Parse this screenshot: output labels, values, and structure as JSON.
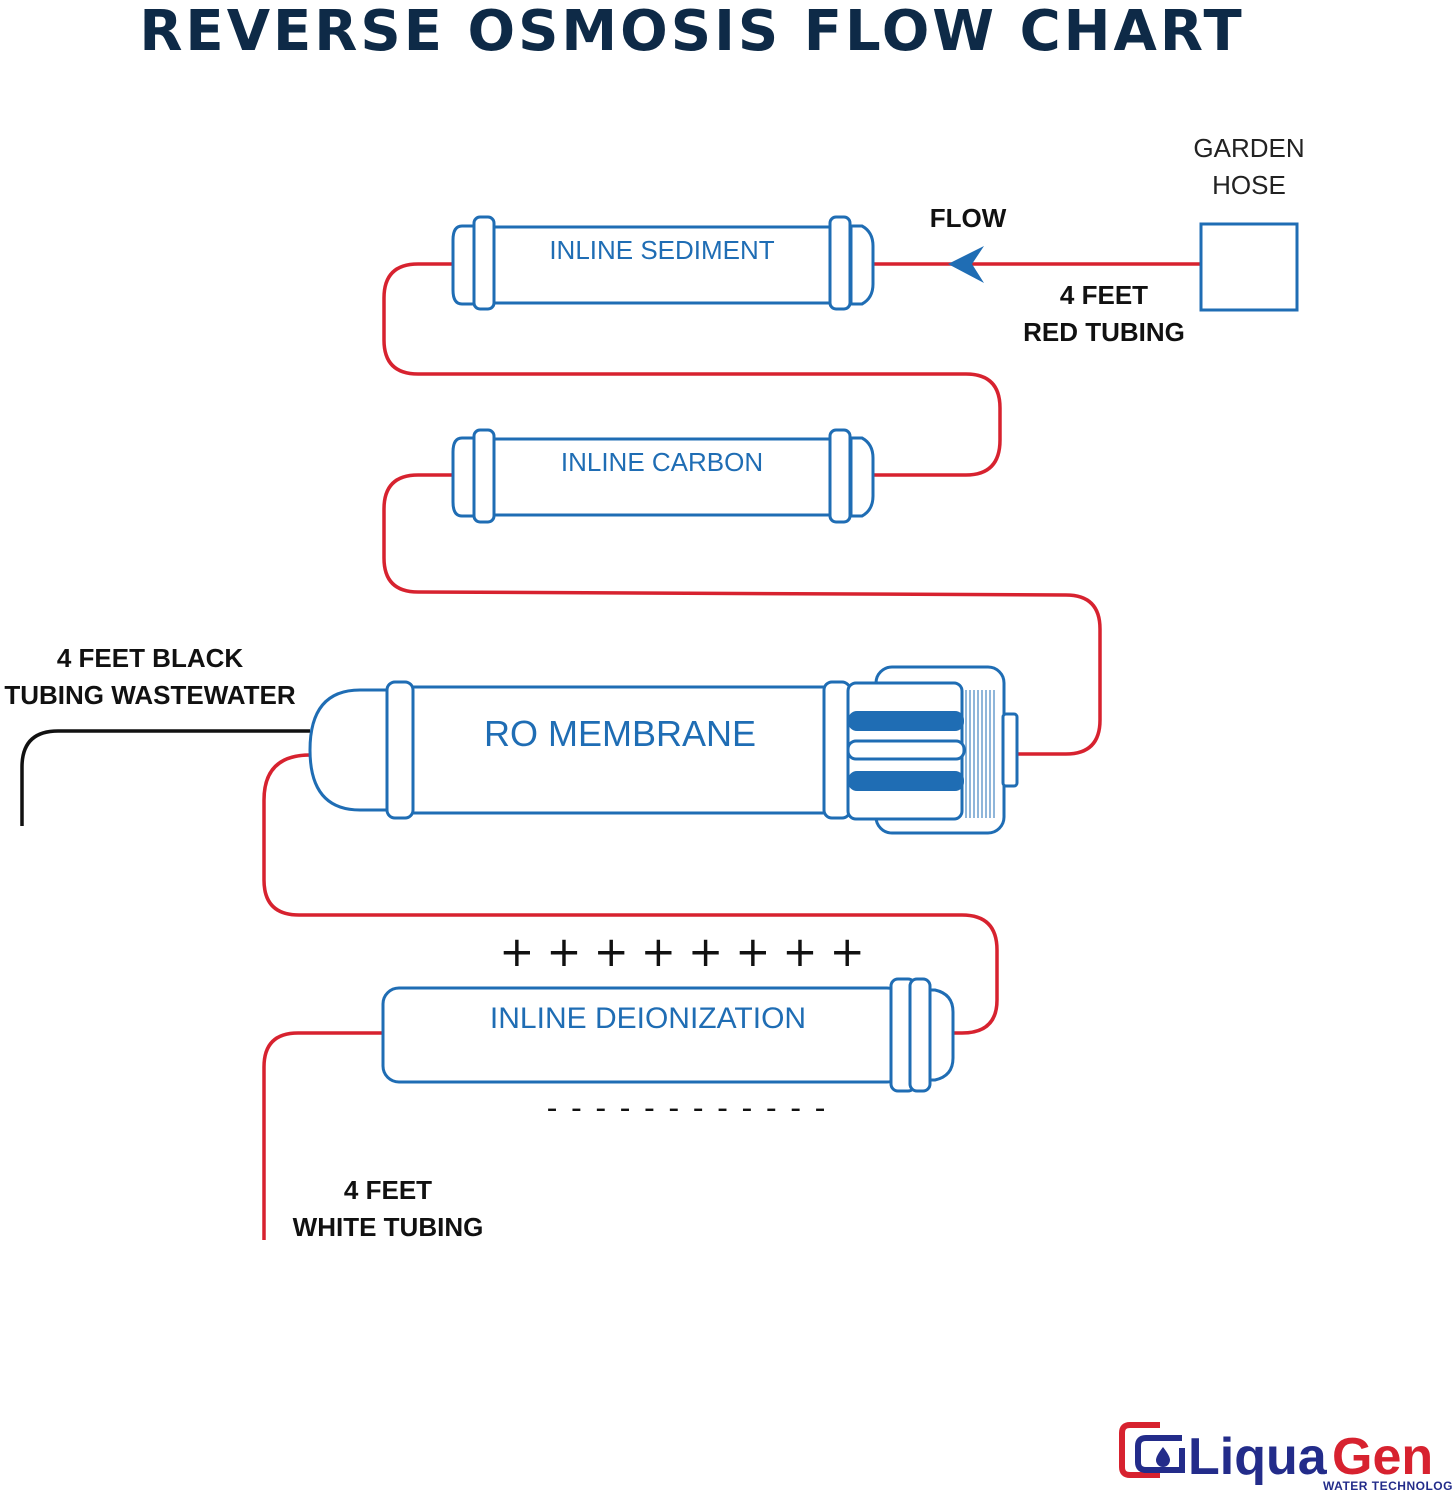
{
  "title": "REVERSE OSMOSIS FLOW CHART",
  "colors": {
    "title": "#0e2a47",
    "component_outline": "#1f6db4",
    "red_tubing": "#d7222f",
    "black_tubing": "#111111",
    "logo_red": "#d7222f",
    "logo_navy": "#232c8a"
  },
  "source": {
    "label_line1": "GARDEN",
    "label_line2": "HOSE"
  },
  "flow": {
    "label": "FLOW",
    "arrow_icon": "flow-arrow-icon"
  },
  "inlet_tubing": {
    "line1": "4 FEET",
    "line2": "RED TUBING"
  },
  "components": {
    "sediment": "INLINE SEDIMENT",
    "carbon": "INLINE CARBON",
    "ro_membrane": "RO MEMBRANE",
    "deionization": "INLINE DEIONIZATION"
  },
  "deionization_signs": {
    "positive": "++++++++",
    "negative": "- - - - - - - - - - - -"
  },
  "wastewater_tubing": {
    "line1": "4 FEET BLACK",
    "line2": "TUBING WASTEWATER"
  },
  "outlet_tubing": {
    "line1": "4 FEET",
    "line2": "WHITE TUBING"
  },
  "logo": {
    "name_part1": "Liqua",
    "name_part2": "Gen",
    "tagline": "WATER TECHNOLOGY"
  }
}
